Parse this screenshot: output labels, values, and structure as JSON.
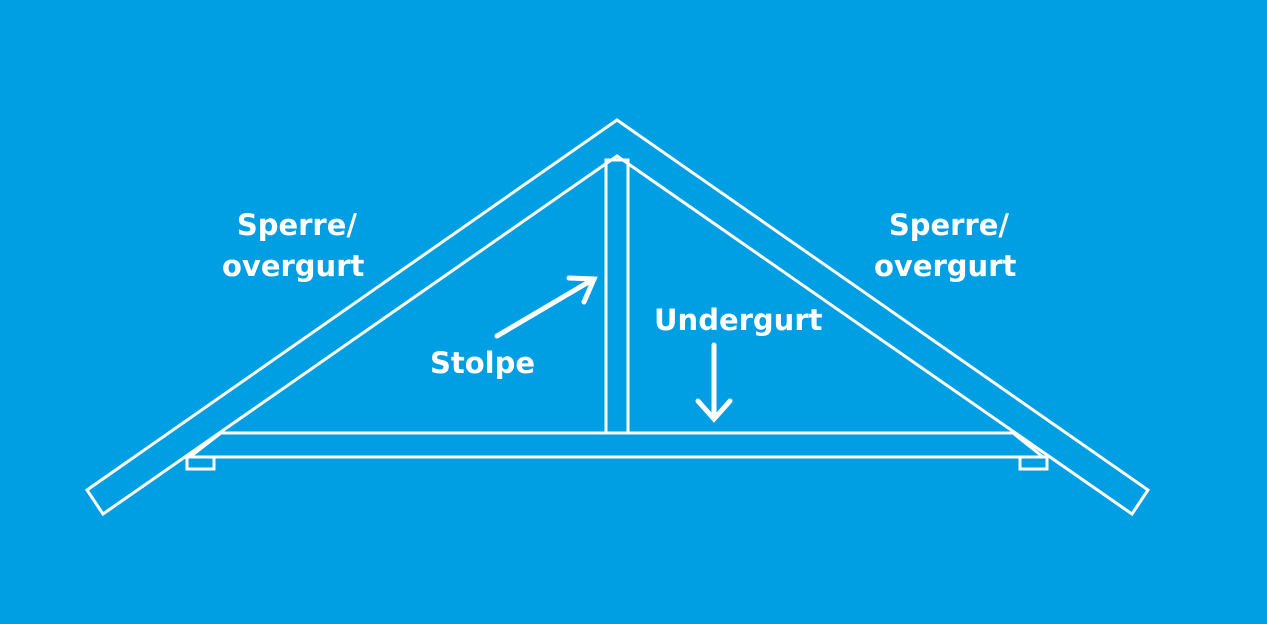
{
  "background_color": "#009fe3",
  "line_color": "#ffffff",
  "labels": {
    "left_rafter": {
      "line1": "Sperre/",
      "line2": "overgurt"
    },
    "right_rafter": {
      "line1": "Sperre/",
      "line2": "overgurt"
    },
    "post": "Stolpe",
    "bottom_chord": "Undergurt"
  }
}
